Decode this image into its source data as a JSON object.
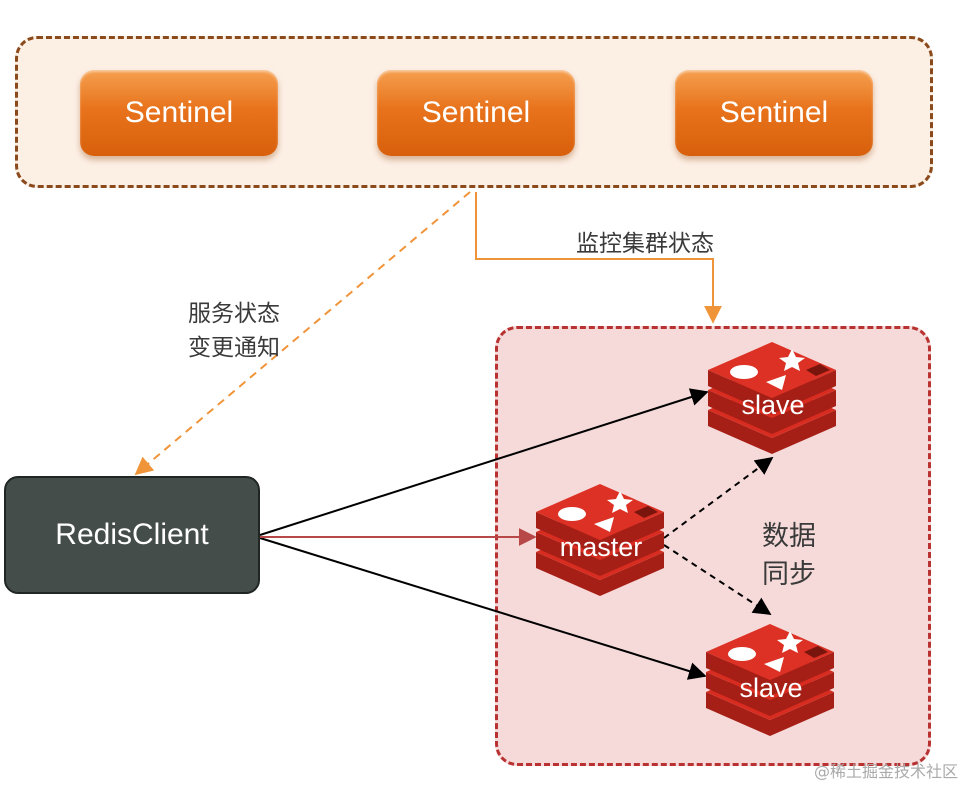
{
  "sentinel_cluster": {
    "nodes": [
      {
        "label": "Sentinel"
      },
      {
        "label": "Sentinel"
      },
      {
        "label": "Sentinel"
      }
    ]
  },
  "redis_cluster": {
    "master": {
      "label": "master"
    },
    "slaves": [
      {
        "label": "slave"
      },
      {
        "label": "slave"
      }
    ]
  },
  "client": {
    "label": "RedisClient"
  },
  "annotations": {
    "monitor": "监控集群状态",
    "notify_line1": "服务状态",
    "notify_line2": "变更通知",
    "sync_line1": "数据",
    "sync_line2": "同步"
  },
  "watermark": "@稀土掘金技术社区",
  "colors": {
    "sentinel_orange": "#e8731c",
    "cluster_border_brown": "#8b4a1c",
    "redis_red": "#d82c20",
    "redis_border": "#b83232",
    "client_dark": "#454d4b",
    "orange_arrow": "#f0943a",
    "red_arrow": "#b84848"
  }
}
